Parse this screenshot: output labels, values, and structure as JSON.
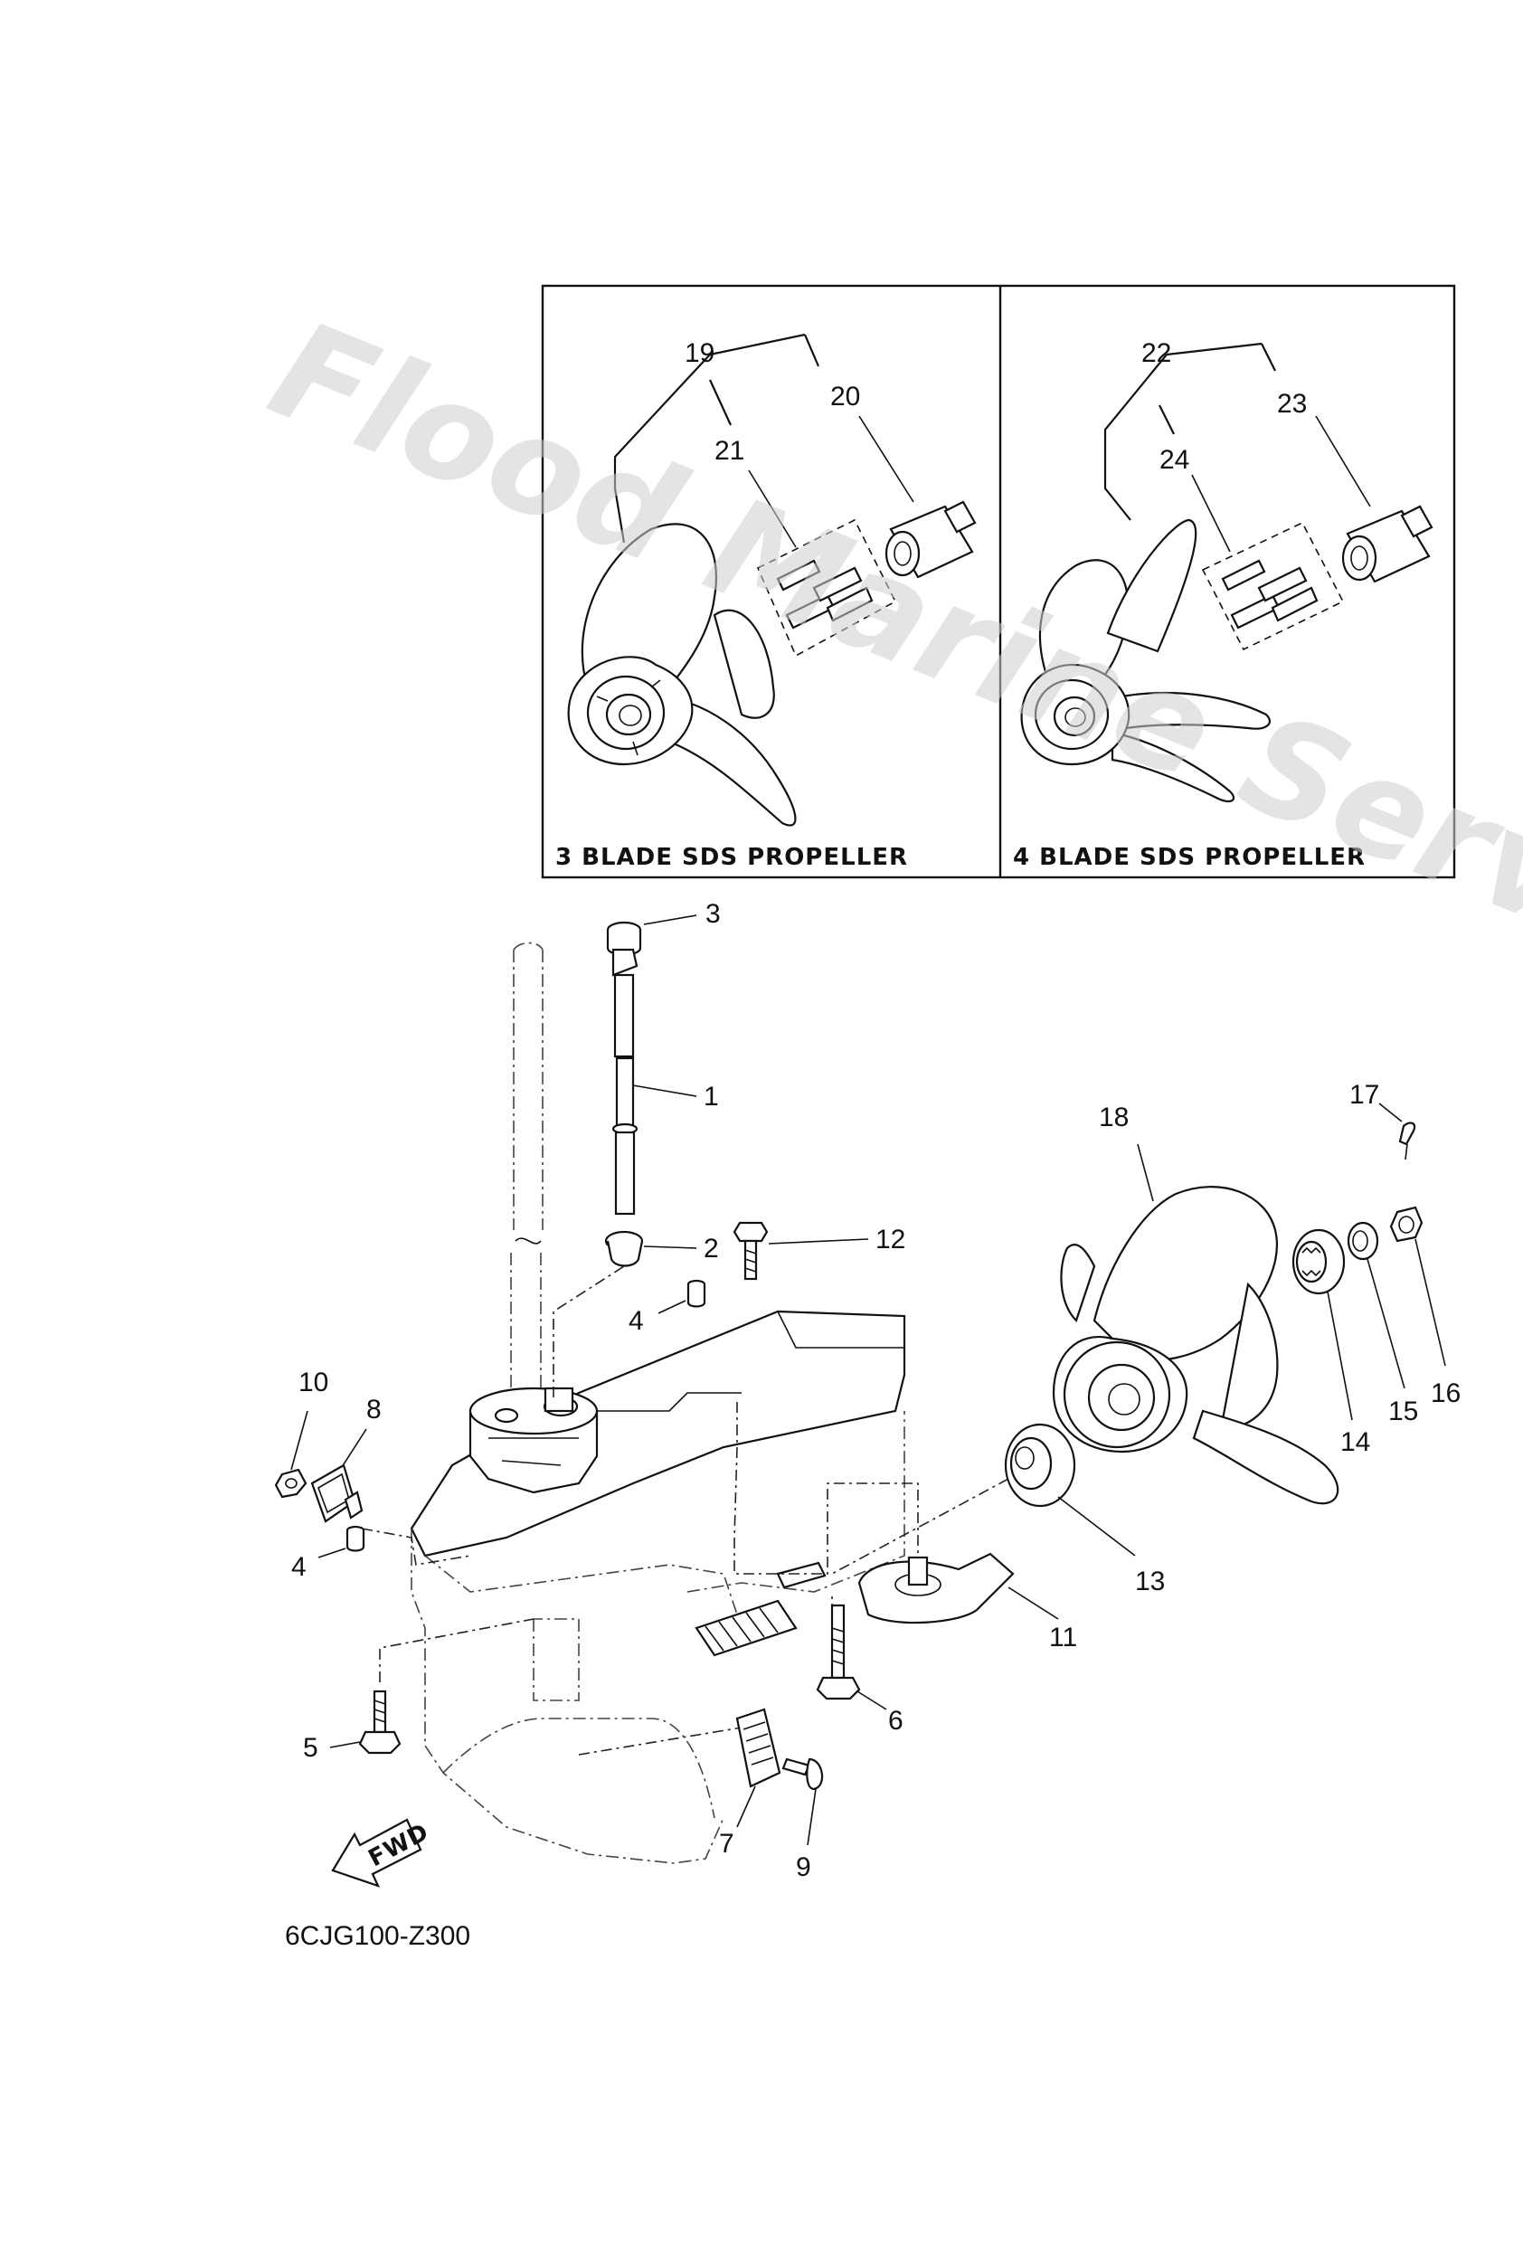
{
  "watermark": "Flood Marine Services",
  "diagram_code": "6CJG100-Z300",
  "captions": {
    "three_blade": "3 BLADE SDS PROPELLER",
    "four_blade": "4 BLADE SDS PROPELLER"
  },
  "fwd_label": "FWD",
  "callouts": {
    "c1": "1",
    "c2": "2",
    "c3": "3",
    "c4a": "4",
    "c4b": "4",
    "c5": "5",
    "c6": "6",
    "c7": "7",
    "c8": "8",
    "c9": "9",
    "c10": "10",
    "c11": "11",
    "c12": "12",
    "c13": "13",
    "c14": "14",
    "c15": "15",
    "c16": "16",
    "c17": "17",
    "c18": "18",
    "c19": "19",
    "c20": "20",
    "c21": "21",
    "c22": "22",
    "c23": "23",
    "c24": "24"
  }
}
